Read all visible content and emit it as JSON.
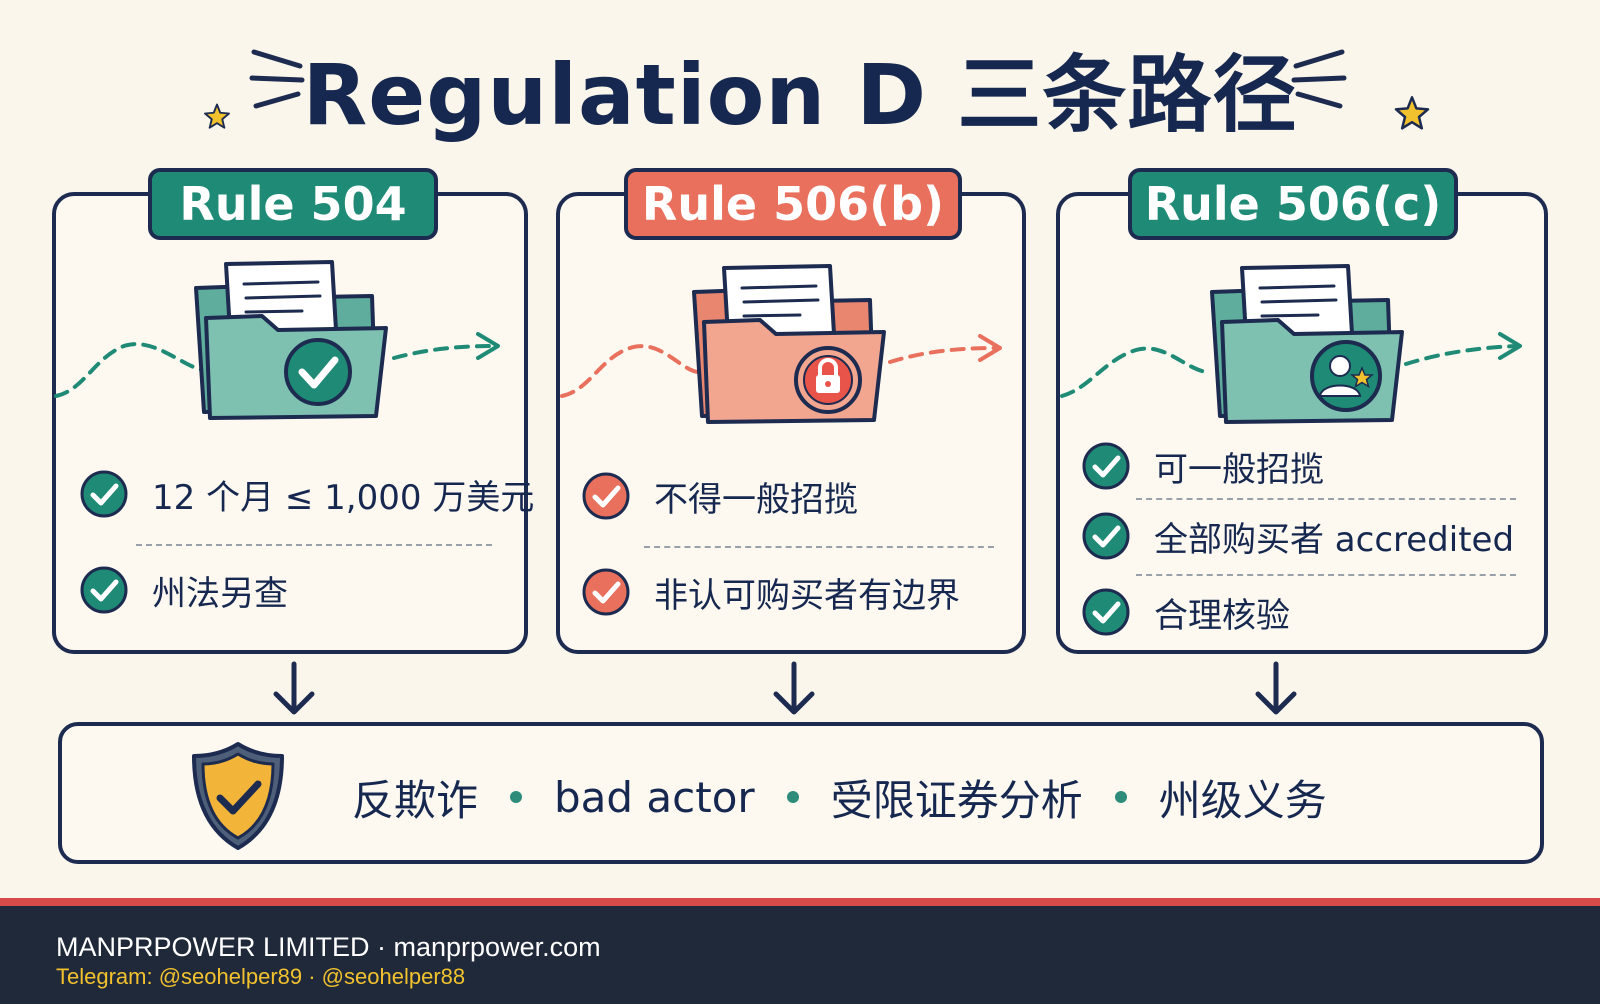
{
  "title": "Regulation D 三条路径",
  "colors": {
    "navy": "#1c2b4f",
    "teal": "#1f8a75",
    "coral": "#e8705c",
    "gold": "#f2c12e",
    "footer_bg": "#1f2939",
    "footer_border": "#d74b4b"
  },
  "cards": [
    {
      "rule": "Rule 504",
      "accent": "#1f8a75",
      "icon": "folder-check-icon",
      "features": [
        "12 个月 ≤ 1,000 万美元",
        "州法另查"
      ]
    },
    {
      "rule": "Rule 506(b)",
      "accent": "#e8705c",
      "icon": "folder-lock-icon",
      "features": [
        "不得一般招揽",
        "非认可购买者有边界"
      ]
    },
    {
      "rule": "Rule 506(c)",
      "accent": "#1f8a75",
      "icon": "folder-user-star-icon",
      "features": [
        "可一般招揽",
        "全部购买者 accredited",
        "合理核验"
      ]
    }
  ],
  "summary": {
    "icon": "shield-check-icon",
    "items": [
      "反欺诈",
      "bad actor",
      "受限证券分析",
      "州级义务"
    ]
  },
  "footer": {
    "line1": "MANPRPOWER LIMITED · manprpower.com",
    "line2": "Telegram: @seohelper89 · @seohelper88"
  }
}
